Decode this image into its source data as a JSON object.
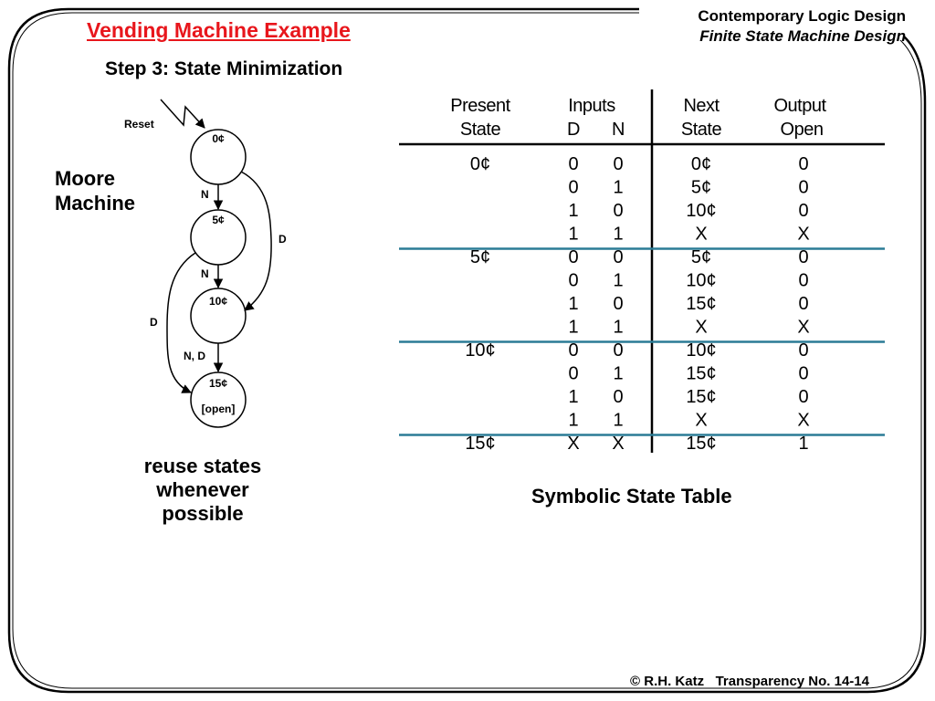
{
  "slide": {
    "title": "Vending Machine Example",
    "header_line1": "Contemporary Logic Design",
    "header_line2": "Finite State Machine Design",
    "subtitle": "Step 3: State Minimization",
    "side_label_line1": "Moore",
    "side_label_line2": "Machine",
    "note_line1": "reuse states",
    "note_line2": "whenever",
    "note_line3": "possible",
    "caption": "Symbolic State Table",
    "footer": "© R.H. Katz   Transparency No. 14-14"
  },
  "diagram": {
    "reset_label": "Reset",
    "states": [
      {
        "name": "0¢",
        "output": ""
      },
      {
        "name": "5¢",
        "output": ""
      },
      {
        "name": "10¢",
        "output": ""
      },
      {
        "name": "15¢",
        "output": "[open]"
      }
    ],
    "edge_labels": {
      "s0_to_s5": "N",
      "s5_to_s10": "N",
      "s10_to_s15": "N, D",
      "s0_to_s10": "D",
      "s5_to_s15": "D"
    }
  },
  "table": {
    "headers": {
      "present_1": "Present",
      "present_2": "State",
      "inputs": "Inputs",
      "d": "D",
      "n": "N",
      "next_1": "Next",
      "next_2": "State",
      "output_1": "Output",
      "output_2": "Open"
    },
    "groups": [
      {
        "present": "0¢",
        "rows": [
          [
            "0",
            "0",
            "0¢",
            "0"
          ],
          [
            "0",
            "1",
            "5¢",
            "0"
          ],
          [
            "1",
            "0",
            "10¢",
            "0"
          ],
          [
            "1",
            "1",
            "X",
            "X"
          ]
        ]
      },
      {
        "present": "5¢",
        "rows": [
          [
            "0",
            "0",
            "5¢",
            "0"
          ],
          [
            "0",
            "1",
            "10¢",
            "0"
          ],
          [
            "1",
            "0",
            "15¢",
            "0"
          ],
          [
            "1",
            "1",
            "X",
            "X"
          ]
        ]
      },
      {
        "present": "10¢",
        "rows": [
          [
            "0",
            "0",
            "10¢",
            "0"
          ],
          [
            "0",
            "1",
            "15¢",
            "0"
          ],
          [
            "1",
            "0",
            "15¢",
            "0"
          ],
          [
            "1",
            "1",
            "X",
            "X"
          ]
        ]
      },
      {
        "present": "15¢",
        "rows": [
          [
            "X",
            "X",
            "15¢",
            "1"
          ]
        ]
      }
    ]
  },
  "colors": {
    "title": "#e8161c",
    "separator": "#2b7c96"
  }
}
